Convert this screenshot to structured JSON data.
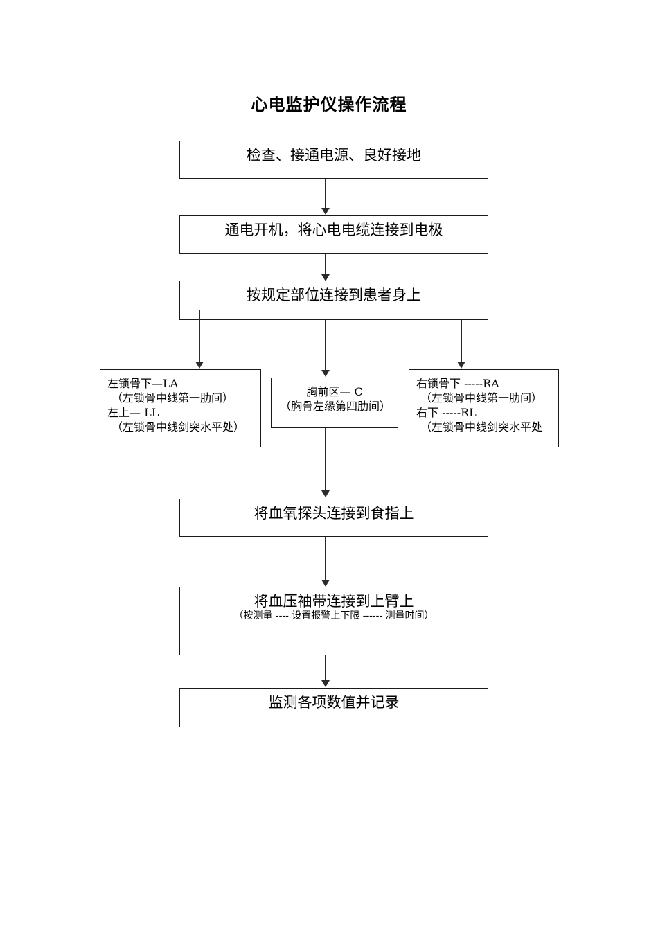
{
  "document": {
    "title": "心电监护仪操作流程"
  },
  "flowchart": {
    "type": "flowchart",
    "orientation": "top-to-bottom",
    "steps": [
      {
        "id": "step-1",
        "label": "检查、接通电源、良好接地"
      },
      {
        "id": "step-2",
        "label": "通电开机，将心电电缆连接到电极"
      },
      {
        "id": "step-3",
        "label": "按规定部位连接到患者身上"
      },
      {
        "id": "step-5",
        "label": "将血氧探头连接到食指上"
      },
      {
        "id": "step-6",
        "label": "将血压袖带连接到上臂上",
        "sublabel": "（按测量 ---- 设置报警上下限 ------ 测量时间）"
      },
      {
        "id": "step-7",
        "label": "监测各项数值并记录"
      }
    ],
    "branches": [
      {
        "id": "branch-left",
        "lines": [
          "左锁骨下—LA",
          "（左锁骨中线第一肋间）",
          "左上—  LL",
          "（左锁骨中线剑突水平处）"
        ]
      },
      {
        "id": "branch-middle",
        "lines": [
          "胸前区— C",
          "（胸骨左缘第四肋间）"
        ]
      },
      {
        "id": "branch-right",
        "lines": [
          "右锁骨下 -----RA",
          "（左锁骨中线第一肋间）",
          "右下 -----RL",
          "（左锁骨中线剑突水平处"
        ]
      }
    ]
  },
  "colors": {
    "border": "#1a1a1a",
    "connector": "#2b2b2b",
    "text": "#000000",
    "background": "#ffffff"
  }
}
